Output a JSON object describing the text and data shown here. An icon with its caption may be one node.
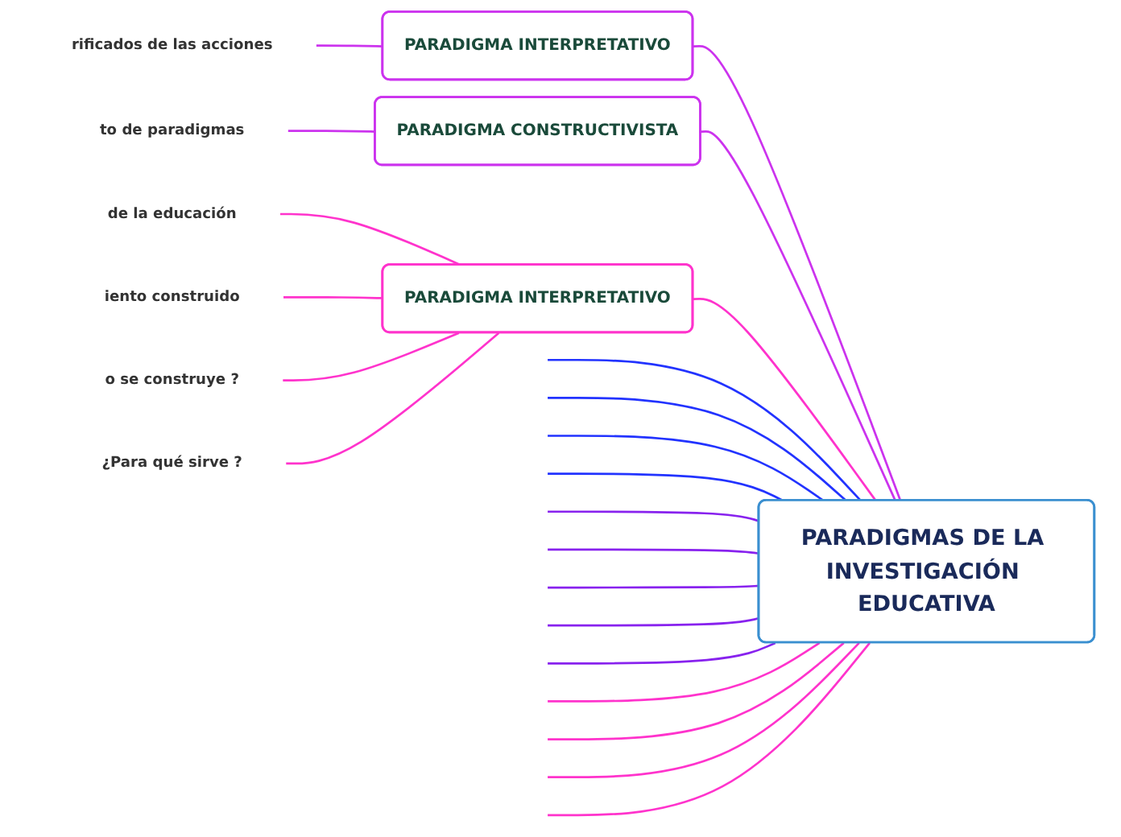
{
  "diagram": {
    "nodes": [
      {
        "text": [
          "PARADIGMAS DE LA INVESTIGACIÓN EDUCATIVA"
        ]
      },
      {
        "text": [
          "PARADIGMA INTERPRETATIVO"
        ]
      },
      {
        "text": [
          "rificados de las acciones"
        ]
      },
      {
        "text": [
          "PARADIGMA CONSTRUCTIVISTA"
        ]
      },
      {
        "text": [
          "to de paradigmas"
        ]
      },
      {
        "text": [
          "PARADIGMA INTERPRETATIVO"
        ]
      },
      {
        "text": [
          "de la educación"
        ]
      },
      {
        "text": [
          "iento construido"
        ]
      },
      {
        "text": [
          "o se construye ?"
        ]
      },
      {
        "text": [
          "¿Para qué sirve ?"
        ]
      }
    ],
    "edges": [
      {
        "from": 0,
        "to": 1,
        "arrow": "none",
        "color": "#cc33ee"
      },
      {
        "from": 1,
        "to": 2,
        "arrow": "none",
        "color": "#cc33ee"
      },
      {
        "from": 0,
        "to": 3,
        "arrow": "none",
        "color": "#cc33ee"
      },
      {
        "from": 3,
        "to": 4,
        "arrow": "none",
        "color": "#cc33ee"
      },
      {
        "from": 0,
        "to": 5,
        "arrow": "none"
      },
      {
        "from": 5,
        "to": 6,
        "arrow": "none"
      },
      {
        "from": 5,
        "to": 7,
        "arrow": "none"
      },
      {
        "from": 5,
        "to": 8,
        "arrow": "none"
      },
      {
        "from": 5,
        "to": 9,
        "arrow": "none"
      },
      {
        "from": 0,
        "to": null,
        "arrow": "none",
        "color": "#2233ff"
      },
      {
        "from": 0,
        "to": null,
        "arrow": "none",
        "color": "#2233ff"
      },
      {
        "from": 0,
        "to": null,
        "arrow": "none",
        "color": "#2233ff"
      },
      {
        "from": 0,
        "to": null,
        "arrow": "none",
        "color": "#2233ff"
      },
      {
        "from": 0,
        "to": null,
        "arrow": "none",
        "color": "#8822ee"
      },
      {
        "from": 0,
        "to": null,
        "arrow": "none",
        "color": "#8822ee"
      },
      {
        "from": 0,
        "to": null,
        "arrow": "none",
        "color": "#8822ee"
      },
      {
        "from": 0,
        "to": null,
        "arrow": "none",
        "color": "#8822ee"
      },
      {
        "from": 0,
        "to": null,
        "arrow": "none",
        "color": "#8822ee"
      },
      {
        "from": 0,
        "to": null,
        "arrow": "none"
      },
      {
        "from": 0,
        "to": null,
        "arrow": "none"
      },
      {
        "from": 0,
        "to": null,
        "arrow": "none"
      },
      {
        "from": 0,
        "to": null,
        "arrow": "none"
      }
    ]
  }
}
